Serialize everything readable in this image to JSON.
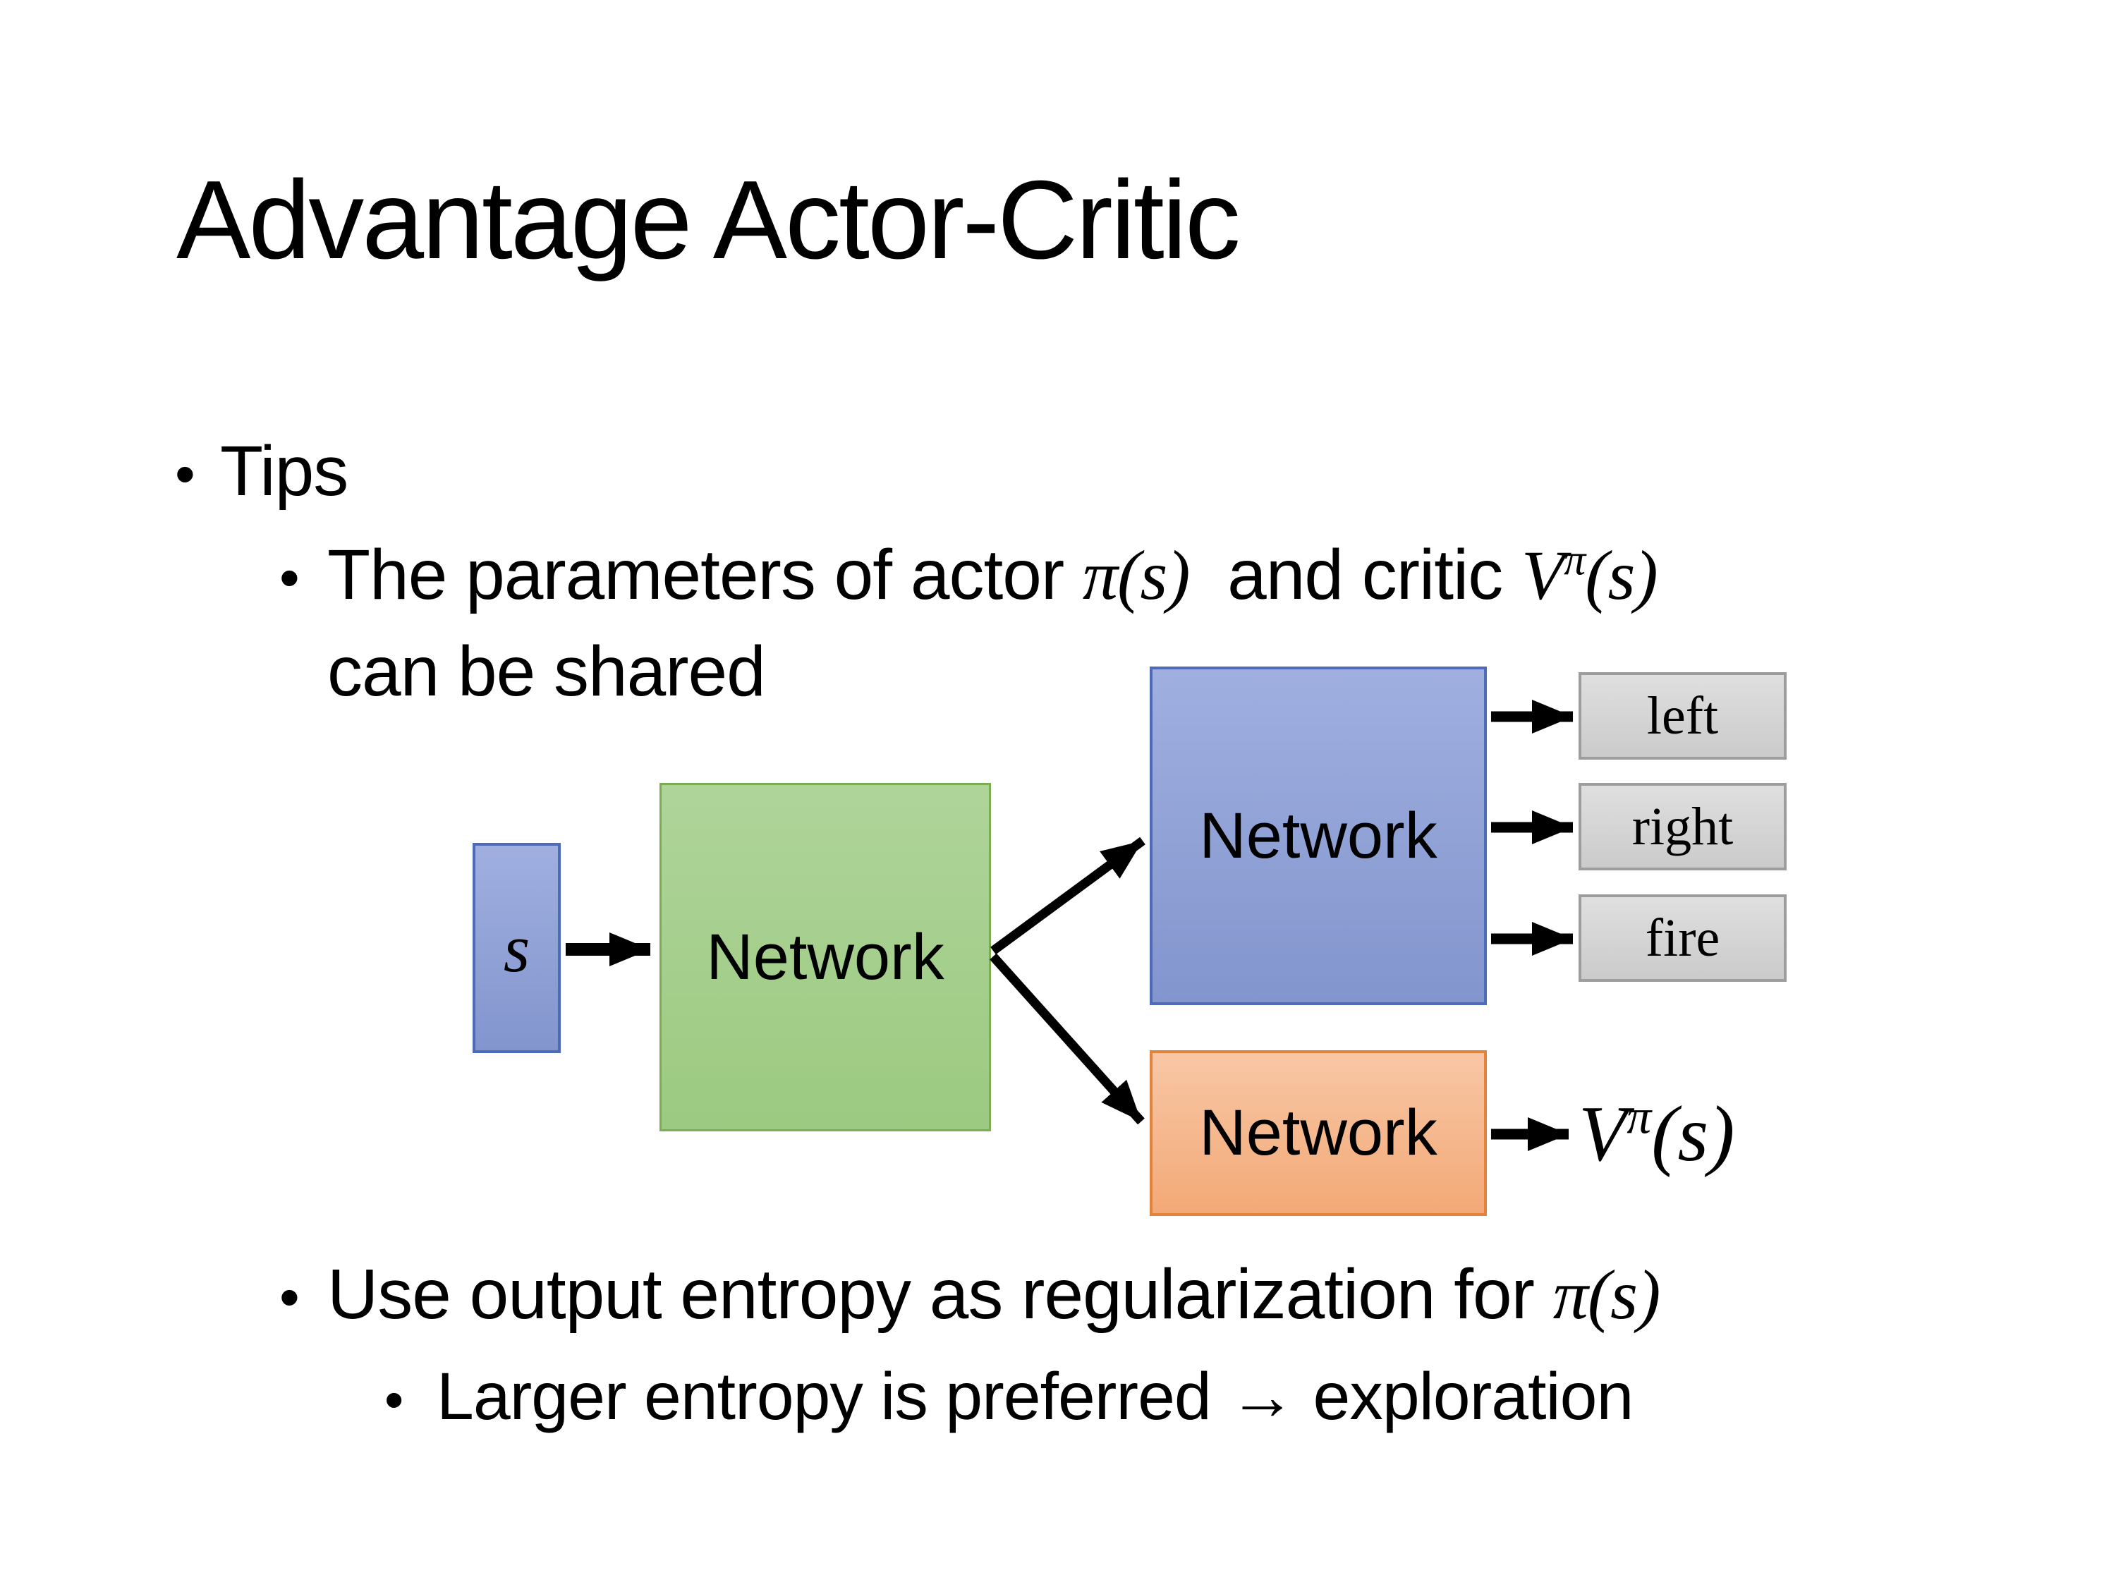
{
  "slide": {
    "title": "Advantage Actor-Critic",
    "bullet_char": "•",
    "bullets": {
      "tips_label": "Tips",
      "param_line1_segments": [
        {
          "t": "The parameters of actor "
        },
        {
          "t": "π(s)",
          "math": true
        },
        {
          "t": "  and critic "
        },
        {
          "t": "V",
          "math": true
        },
        {
          "t": "π",
          "math": true,
          "sup": true
        },
        {
          "t": "(s)",
          "math": true
        }
      ],
      "param_line2": "can be shared",
      "entropy_segments": [
        {
          "t": "Use output entropy as regularization for "
        },
        {
          "t": "π(s)",
          "math": true
        }
      ],
      "larger_line": "Larger entropy is preferred → exploration"
    }
  },
  "diagram": {
    "input_label_segments": [
      {
        "t": "s",
        "math": true
      }
    ],
    "shared_network_label": "Network",
    "actor_network_label": "Network",
    "critic_network_label": "Network",
    "actions": [
      {
        "label": "left"
      },
      {
        "label": "right"
      },
      {
        "label": "fire"
      }
    ],
    "value_label_segments": [
      {
        "t": "V",
        "math": true
      },
      {
        "t": "π",
        "math": true,
        "sup": true
      },
      {
        "t": "(s)",
        "math": true
      }
    ]
  },
  "colors": {
    "blue_top": "#A0AFE0",
    "blue_bottom": "#8295CD",
    "blue_border": "#4E6BB7",
    "green_top": "#AFD49A",
    "green_bottom": "#9CCA81",
    "green_border": "#7BAD53",
    "orange_top": "#F8C7A5",
    "orange_bottom": "#F3A977",
    "orange_border": "#E2823C",
    "gray_top": "#DFDFDF",
    "gray_bottom": "#CBCBCB",
    "gray_border": "#9D9D9D",
    "arrow": "#000000",
    "text": "#000000",
    "background": "#FFFFFF"
  }
}
